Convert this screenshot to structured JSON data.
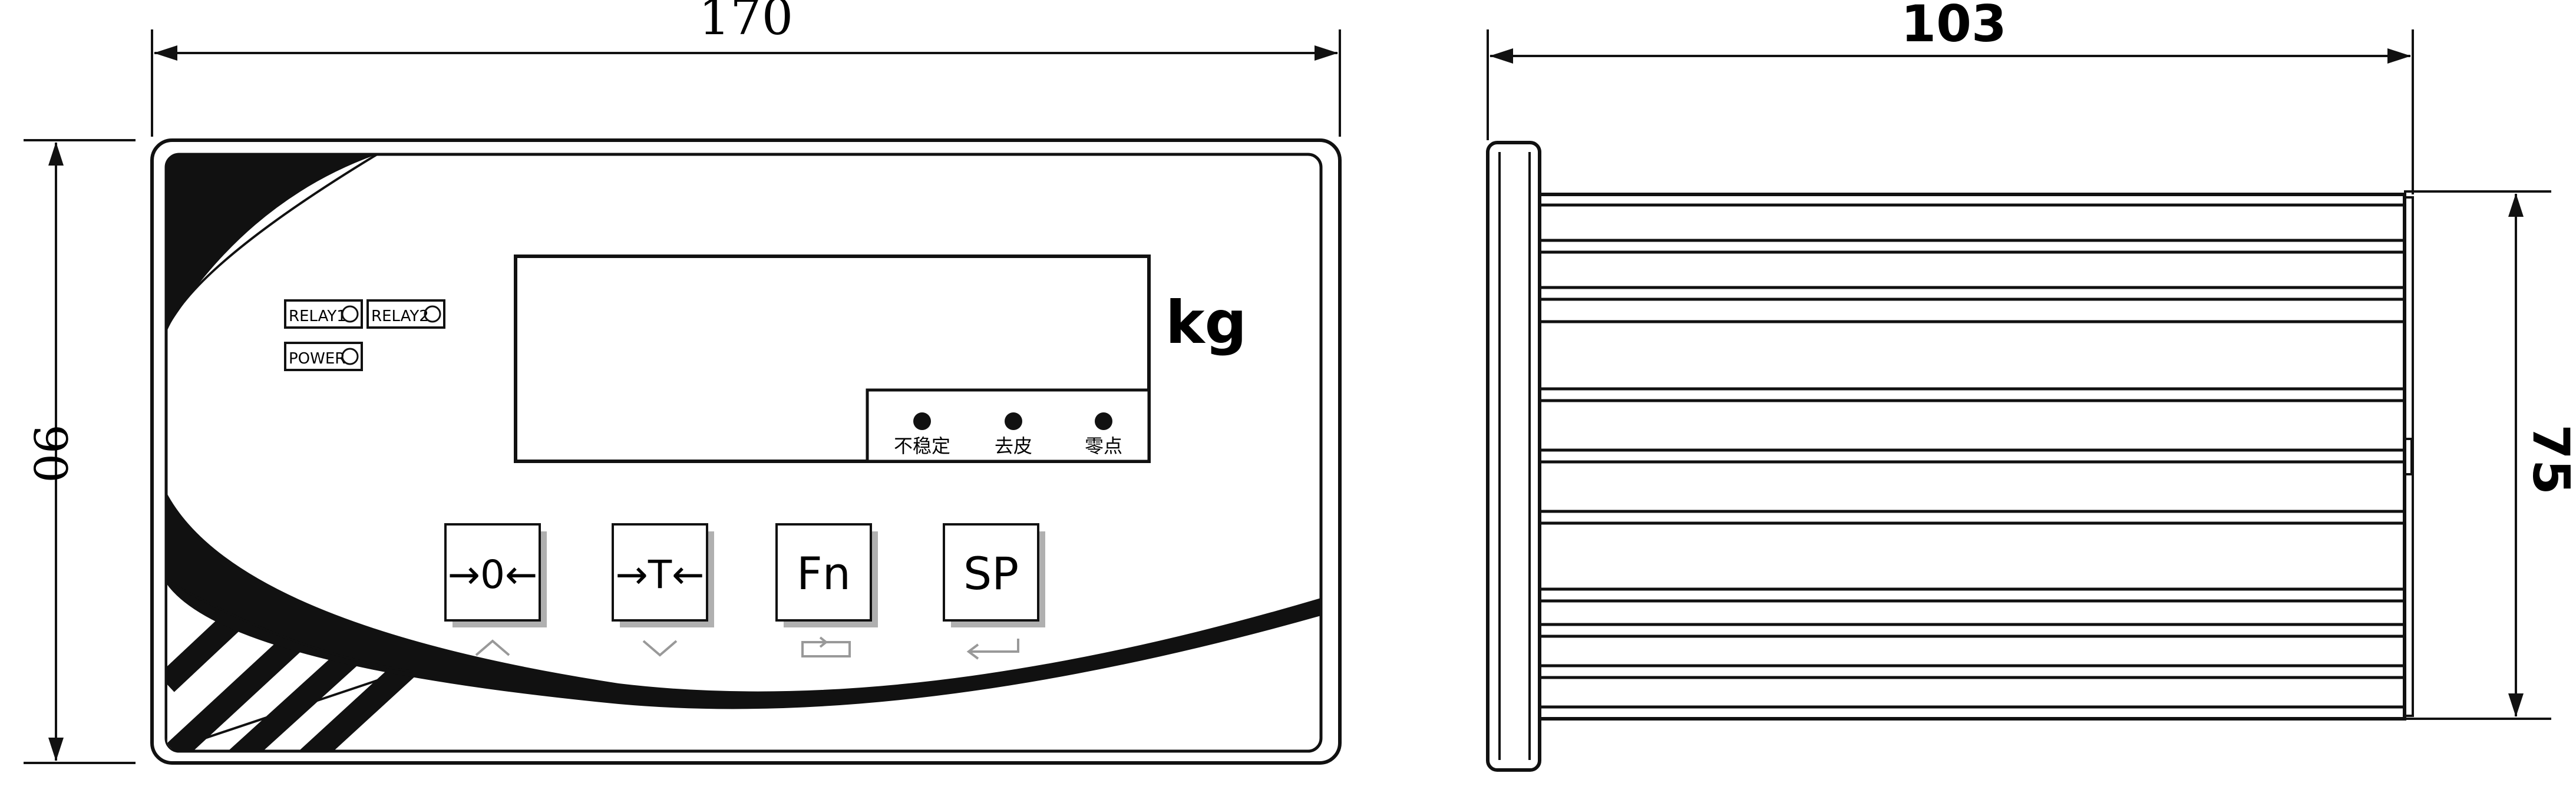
{
  "dimensions": {
    "front_width": "170",
    "front_height": "90",
    "side_depth": "103",
    "side_height": "75"
  },
  "indicators": {
    "relay1": "RELAY1",
    "relay2": "RELAY2",
    "power": "POWER"
  },
  "display": {
    "unit": "kg",
    "status_unstable": "不稳定",
    "status_tare": "去皮",
    "status_zero": "零点"
  },
  "keys": {
    "zero": "→0←",
    "tare": "→T←",
    "fn": "Fn",
    "sp": "SP"
  },
  "colors": {
    "line": "#111111",
    "key_shadow": "#b0b0b0",
    "hint_icon": "#999999"
  }
}
